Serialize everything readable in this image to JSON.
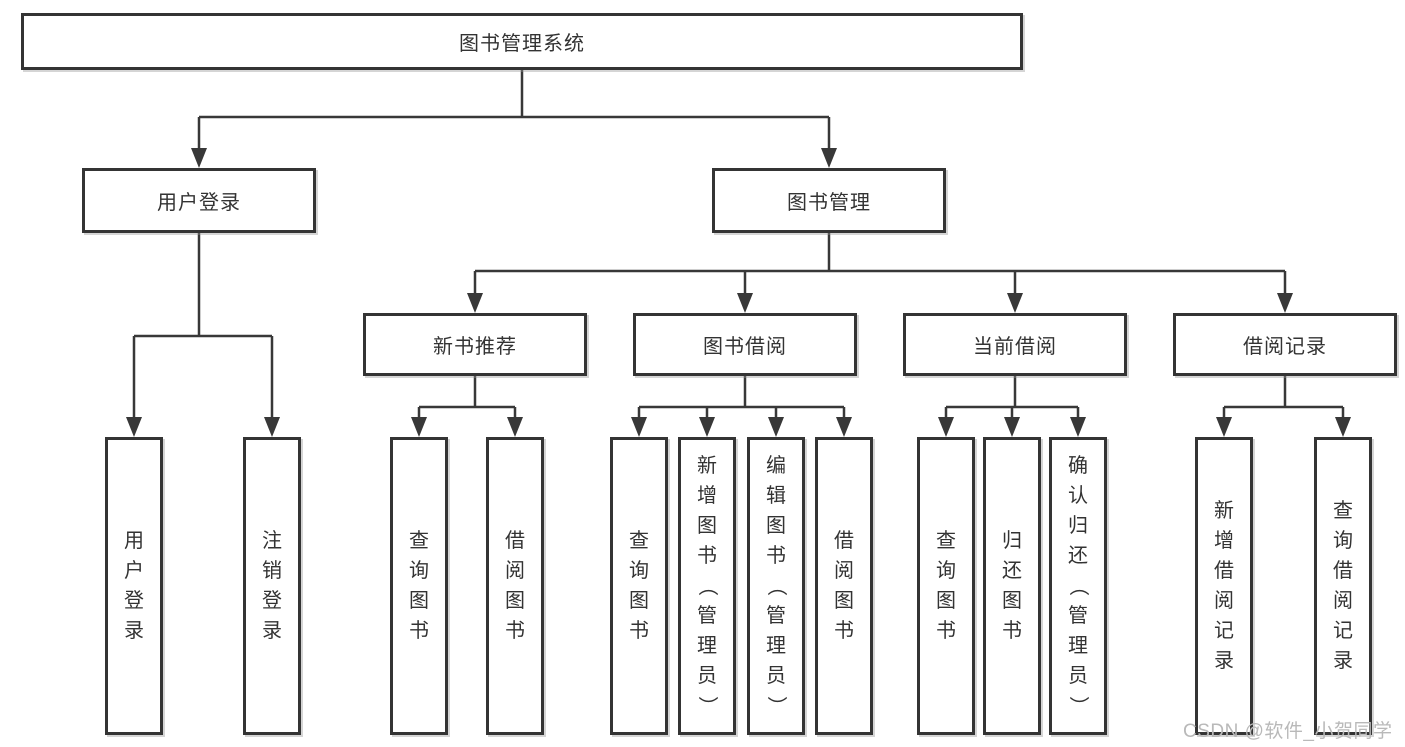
{
  "diagram": {
    "root": {
      "label": "图书管理系统",
      "children": [
        {
          "label": "用户登录",
          "children": [
            {
              "label": "用户登录"
            },
            {
              "label": "注销登录"
            }
          ]
        },
        {
          "label": "图书管理",
          "children": [
            {
              "label": "新书推荐",
              "children": [
                {
                  "label": "查询图书"
                },
                {
                  "label": "借阅图书"
                }
              ]
            },
            {
              "label": "图书借阅",
              "children": [
                {
                  "label": "查询图书"
                },
                {
                  "label": "新增图书（管理员）"
                },
                {
                  "label": "编辑图书（管理员）"
                },
                {
                  "label": "借阅图书"
                }
              ]
            },
            {
              "label": "当前借阅",
              "children": [
                {
                  "label": "查询图书"
                },
                {
                  "label": "归还图书"
                },
                {
                  "label": "确认归还（管理员）"
                }
              ]
            },
            {
              "label": "借阅记录",
              "children": [
                {
                  "label": "新增借阅记录"
                },
                {
                  "label": "查询借阅记录"
                }
              ]
            }
          ]
        }
      ]
    }
  },
  "watermark": {
    "text": "CSDN @软件_小贺同学"
  },
  "colors": {
    "line": "#383838",
    "box_border": "#343434",
    "text": "#333333",
    "watermark": "#b9b9b9",
    "background": "#ffffff"
  }
}
